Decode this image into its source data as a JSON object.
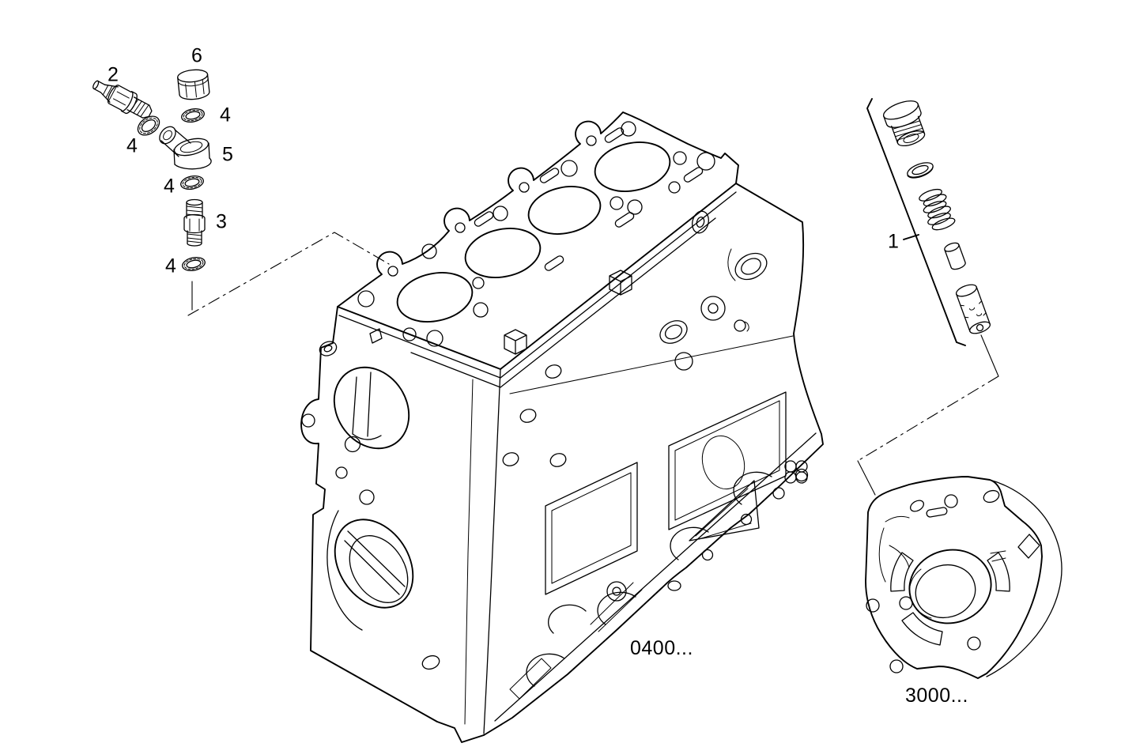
{
  "figure": {
    "type": "exploded-parts-diagram",
    "background_color": "#ffffff",
    "line_color": "#000000",
    "callouts": {
      "valve_assembly": {
        "text": "1"
      },
      "sensor": {
        "text": "2"
      },
      "stud": {
        "text": "3"
      },
      "washer_a": {
        "text": "4"
      },
      "washer_b": {
        "text": "4"
      },
      "washer_c": {
        "text": "4"
      },
      "washer_d": {
        "text": "4"
      },
      "elbow": {
        "text": "5"
      },
      "cap": {
        "text": "6"
      }
    },
    "captions": {
      "engine_block_ref": {
        "text": "0400..."
      },
      "gasket_ref": {
        "text": "3000..."
      }
    }
  }
}
